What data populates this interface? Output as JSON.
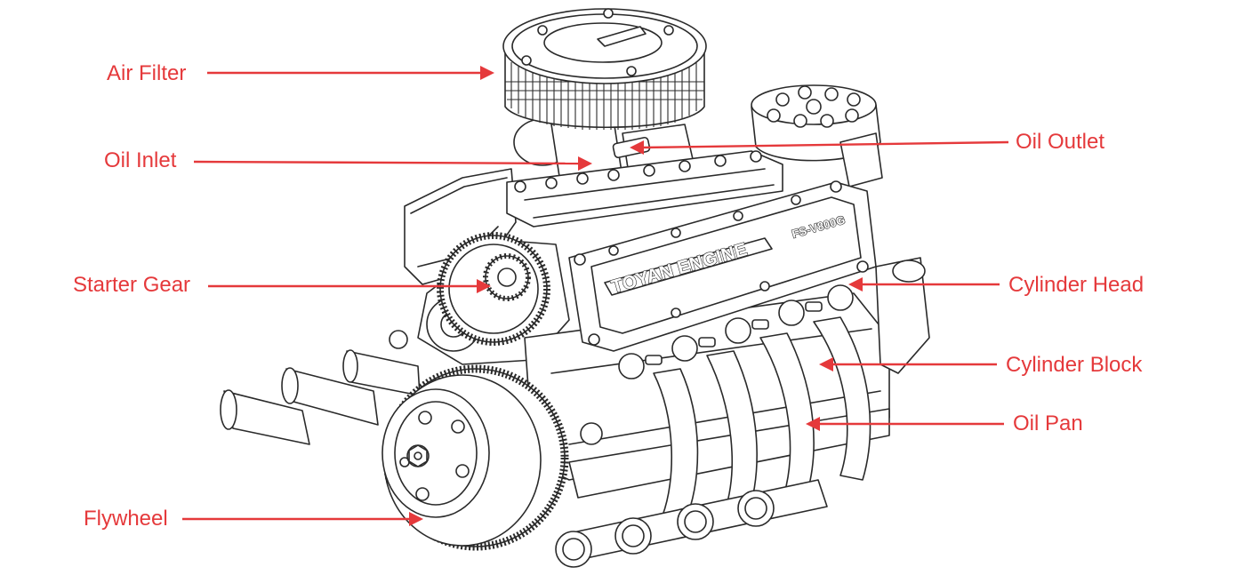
{
  "diagram": {
    "labels": {
      "air_filter": "Air Filter",
      "oil_inlet": "Oil Inlet",
      "starter_gear": "Starter Gear",
      "flywheel": "Flywheel",
      "oil_outlet": "Oil Outlet",
      "cylinder_head": "Cylinder Head",
      "cylinder_block": "Cylinder Block",
      "oil_pan": "Oil Pan"
    },
    "engraving": {
      "brand": "TOYAN ENGINE",
      "model": "FS-V800G"
    },
    "colors": {
      "label": "#e5393b",
      "line_art": "#2a2a2a",
      "background": "#ffffff"
    }
  }
}
